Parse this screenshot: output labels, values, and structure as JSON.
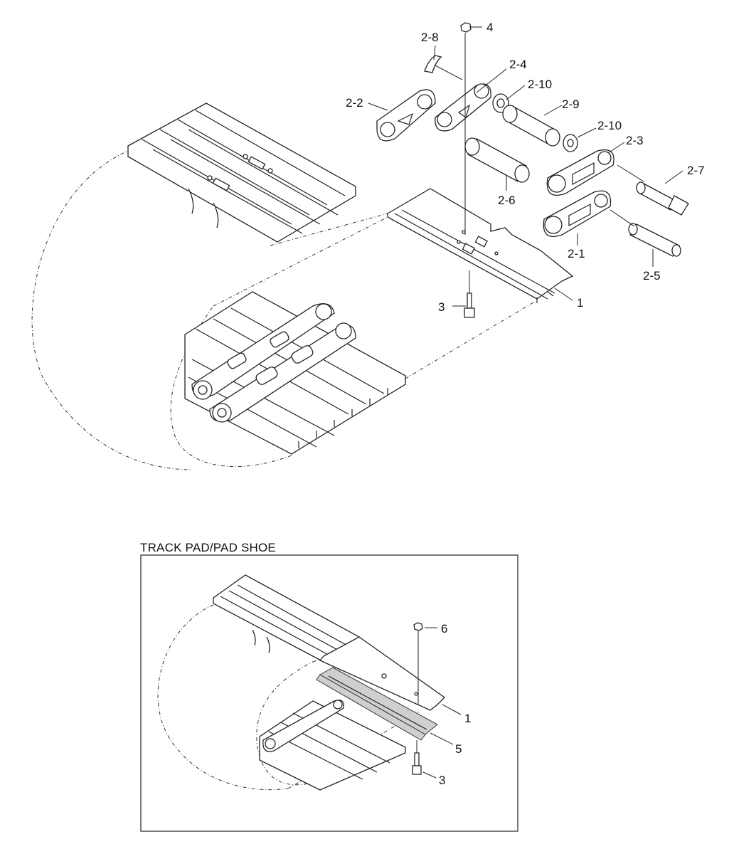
{
  "diagram": {
    "main_labels": {
      "l4": "4",
      "l2_8": "2-8",
      "l2_4": "2-4",
      "l2_2": "2-2",
      "l2_10a": "2-10",
      "l2_9": "2-9",
      "l2_10b": "2-10",
      "l2_3": "2-3",
      "l2_7": "2-7",
      "l2_6": "2-6",
      "l2_1": "2-1",
      "l2_5": "2-5",
      "l1": "1",
      "l3": "3"
    },
    "inset": {
      "title": "TRACK PAD/PAD SHOE",
      "labels": {
        "l6": "6",
        "l1": "1",
        "l5": "5",
        "l3": "3"
      }
    }
  }
}
